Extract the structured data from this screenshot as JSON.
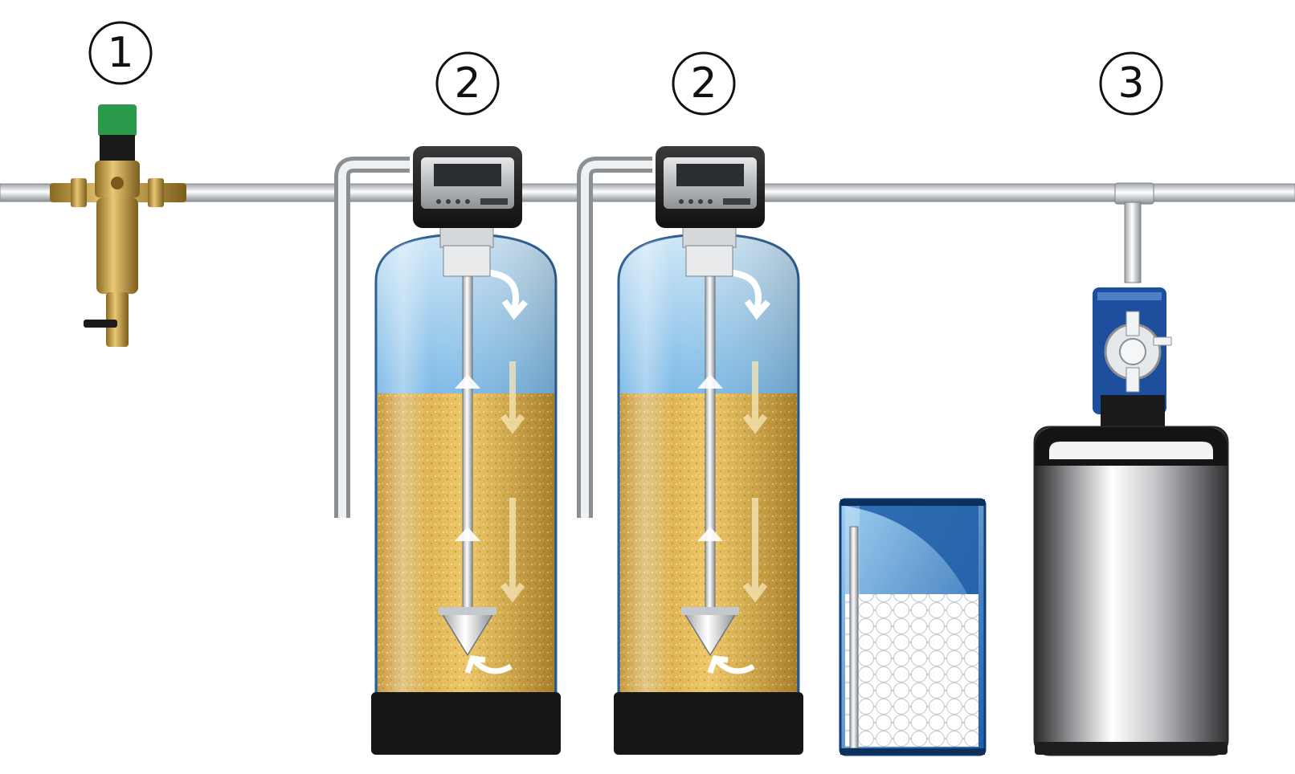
{
  "markers": [
    {
      "id": "m1",
      "text": "1"
    },
    {
      "id": "m2a",
      "text": "2"
    },
    {
      "id": "m2b",
      "text": "2"
    },
    {
      "id": "m3",
      "text": "3"
    }
  ],
  "components": [
    {
      "id": "pressure-filter",
      "marker": "1",
      "icon": "brass-filter-icon"
    },
    {
      "id": "filter-tank-1",
      "marker": "2",
      "icon": "filter-tank-icon"
    },
    {
      "id": "filter-tank-2",
      "marker": "2",
      "icon": "filter-tank-icon"
    },
    {
      "id": "brine-tank",
      "marker": "",
      "icon": "salt-tank-icon"
    },
    {
      "id": "dosing-station",
      "marker": "3",
      "icon": "dosing-pump-icon"
    }
  ],
  "colors": {
    "water": "#5aa7e0",
    "media": "#e0b251",
    "tank_base": "#1a1a1a",
    "pipe": "#c9cdd1",
    "brass": "#c49a3c",
    "pump_blue": "#1e4f9e",
    "drum_silver": "#b8babd"
  }
}
